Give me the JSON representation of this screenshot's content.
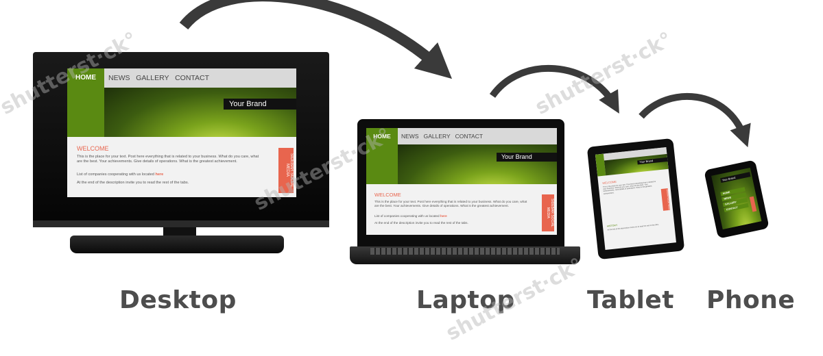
{
  "labels": {
    "desktop": "Desktop",
    "laptop": "Laptop",
    "tablet": "Tablet",
    "phone": "Phone"
  },
  "site": {
    "home": "HOME",
    "nav_rest": "NEWS   GALLERY   CONTACT",
    "brand": "Your Brand",
    "welcome": "WELCOME",
    "p1": "This is the place for your text. Post here everything that is related to your business. What do you care, what are the best. Your achievements. Give details of operations. What is the greatest achievement.",
    "p2_pre": "List of companies cooperating with us located ",
    "p2_link": "here",
    "p3": "At the end of the description invite you to read the rest of the tabs.",
    "sidebar": "SIDEBAR SOCIAL MEDIA",
    "history": "HISTORY"
  },
  "phone_menu": [
    "HOME",
    "NEWS",
    "GALLERY",
    "CONTACT"
  ],
  "watermark": "shutterst·ck°",
  "colors": {
    "accent_green": "#5a8a12",
    "accent_red": "#e8654e",
    "label": "#4d4d4d",
    "arrow": "#3a3a3a"
  }
}
